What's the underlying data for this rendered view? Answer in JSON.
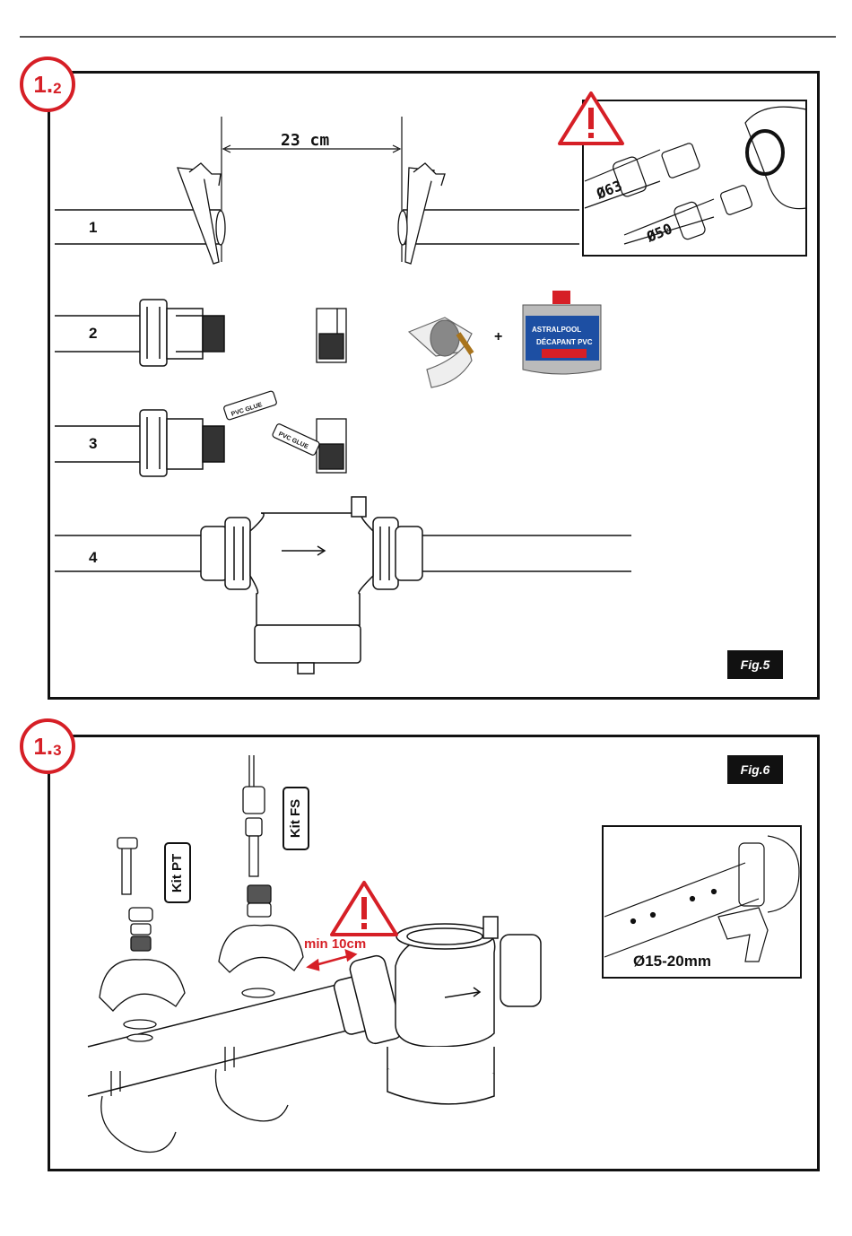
{
  "section_1_2": {
    "number_big": "1.",
    "number_small": "2",
    "distance_label": "23 cm",
    "step_labels": [
      "1",
      "2",
      "3",
      "4"
    ],
    "inset_diameters": [
      "Ø63",
      "Ø50"
    ],
    "glue_label": "PVC GLUE",
    "plus_sign": "+",
    "can_brand": "ASTRALPOOL",
    "can_product": "DÉCAPANT PVC",
    "figure_label": "Fig.5"
  },
  "section_1_3": {
    "number_big": "1.",
    "number_small": "3",
    "figure_label": "Fig.6",
    "kit_pt": "Kit PT",
    "kit_fs": "Kit FS",
    "min_distance": "min 10cm",
    "drill_diameter": "Ø15-20mm"
  },
  "colors": {
    "accent_red": "#d61f26",
    "line": "#111111"
  }
}
